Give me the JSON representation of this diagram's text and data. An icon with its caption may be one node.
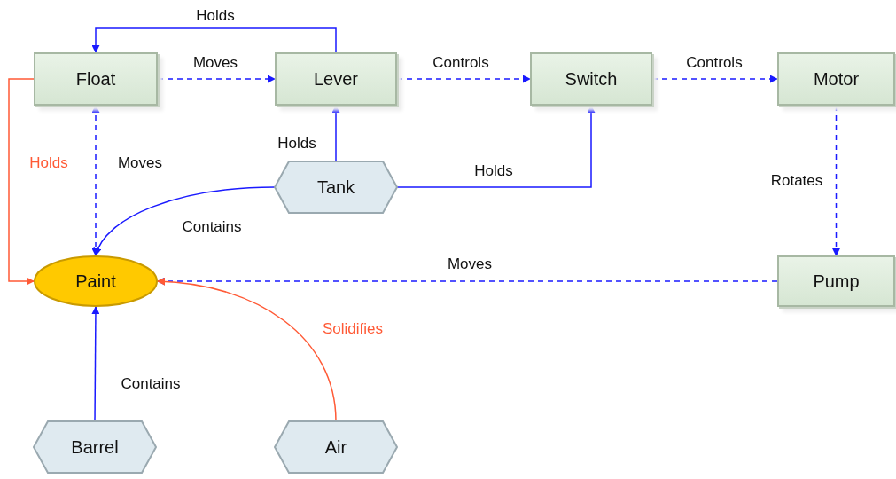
{
  "diagram": {
    "nodes": [
      {
        "text": [
          "Float"
        ]
      },
      {
        "text": [
          "Lever"
        ]
      },
      {
        "text": [
          "Switch"
        ]
      },
      {
        "text": [
          "Motor"
        ]
      },
      {
        "text": [
          "Tank"
        ]
      },
      {
        "text": [
          "Paint"
        ]
      },
      {
        "text": [
          "Pump"
        ]
      },
      {
        "text": [
          "Barrel"
        ]
      },
      {
        "text": [
          "Air"
        ]
      }
    ],
    "edges": [
      {
        "from": 1,
        "to": 0,
        "arrow": "to",
        "label": "Holds"
      },
      {
        "from": 0,
        "to": 1,
        "arrow": "to",
        "label": "Moves",
        "style": "dashed"
      },
      {
        "from": 1,
        "to": 2,
        "arrow": "to",
        "label": "Controls",
        "style": "dashed"
      },
      {
        "from": 2,
        "to": 3,
        "arrow": "to",
        "label": "Controls",
        "style": "dashed"
      },
      {
        "from": 0,
        "to": 5,
        "arrow": "to",
        "label": "Holds",
        "color": "#ff5a36"
      },
      {
        "from": 0,
        "to": 5,
        "arrow": "both",
        "label": "Moves",
        "style": "dashed"
      },
      {
        "from": 4,
        "to": 1,
        "arrow": "to",
        "label": "Holds"
      },
      {
        "from": 4,
        "to": 2,
        "arrow": "to",
        "label": "Holds"
      },
      {
        "from": 4,
        "to": 5,
        "arrow": "to",
        "label": "Contains"
      },
      {
        "from": 3,
        "to": 6,
        "arrow": "to",
        "label": "Rotates",
        "style": "dashed"
      },
      {
        "from": 6,
        "to": 5,
        "arrow": "to",
        "label": "Moves",
        "style": "dashed"
      },
      {
        "from": 7,
        "to": 5,
        "arrow": "to",
        "label": "Contains"
      },
      {
        "from": 8,
        "to": 5,
        "arrow": "to",
        "label": "Solidifies",
        "color": "#ff5a36"
      }
    ]
  }
}
